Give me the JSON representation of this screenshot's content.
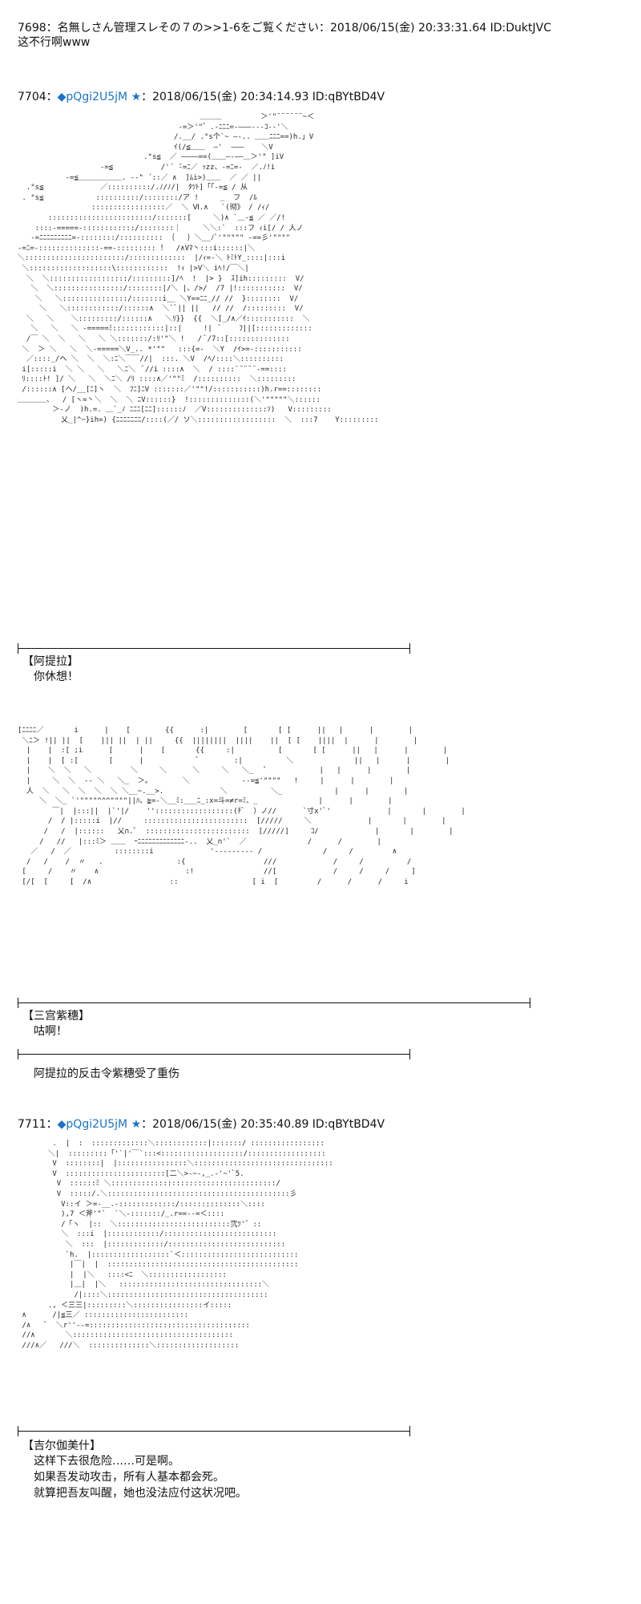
{
  "posts": [
    {
      "number": "7698",
      "sep": "：",
      "name": "名無しさん管理スレその７の>>1-6をご覧ください",
      "date": "：2018/06/15(金) 20:33:31.64 ID:DuktJVC",
      "body": "这不行啊www"
    },
    {
      "number": "7704",
      "sep": "：",
      "trip": "◆pQgi2U5jM",
      "star": "★",
      "date": "：2018/06/15(金) 20:34:14.93 ID:qBYtBD4V"
    },
    {
      "number": "7711",
      "sep": "：",
      "trip": "◆pQgi2U5jM",
      "star": "★",
      "date": "：2018/06/15(金) 20:35:40.89 ID:qBYtBD4V"
    }
  ],
  "scene1": {
    "speaker": "【阿提拉】",
    "lines": [
      "你休想！"
    ]
  },
  "scene2": {
    "speaker": "【三宫紫穗】",
    "lines": [
      "咕啊！"
    ],
    "narration": "阿提拉的反击令紫穗受了重伤"
  },
  "scene3": {
    "speaker": "【吉尔伽美什】",
    "lines": [
      "这样下去很危险……可是啊。",
      "如果吾发动攻击，所有人基本都会死。",
      "就算把吾友叫醒，她也没法应付这状况吧。"
    ]
  },
  "art": {
    "aa1": "                                          ＿＿＿         ＞'\"¨¨¨¨¨¨~＜\n                                     -=＞'\"゛.-ﾆﾆﾆ=-―――‐--ｺ-‐'＼\n                                    /.__/ .°s个`~ ―-.. ＿＿ﾆﾆﾆ==)h.」V\n                                    ｲ(/≦＿＿  ―'  ―――    ＼V\n                             .°s≦  ／ ――――==(＿＿―‐――＿＞'\" ]iV\n                   -=≦           /'´ ̄-=ﾆ／ ｯzz、-=ﾆ=-  ／.ﾉ!i\n           -=≦＿＿＿＿＿＿. --\" ´::／ ∧  ]ﾑi>)＿＿  ／ ／ ||\n  .°s≦             ／::::::::::/.ﾉ/ﾉ/|  ﾀﾂﾄ]「「-=≦ / 从\n . °s≦            ::::::::::/::::::::/ア !     _  フ  /ﾙ\n                 :::::::::::::::::／  ＼ Ⅵ.∧   `(彻》 / /ｨ/\n       ::::::::::::::::::::::::/:::::::[     ＼)∧ `＿-≦ ／ ／/!\n    ::::-=====-::::::::::::/::::::::｜     ＼＼:`  :::フ ｨi[/ / 人ノ\n   -=ﾆﾆﾆﾆﾆﾆﾆﾆﾆ=-::::::::/:::::::::: ｛   ｝＼__ﾉﾞ'\"\"\"\"\" -==彡'\"\"\"\"\n-=ﾆ=-::::::::::::::-==-::::::::: ！  /∧Vﾏ丶:::i::::::|＼\n＼:::::::::::::::::::::::/:::::::::::::  |/ｨ=-＼ ﾄﾐﾄY_::::|:::i\n ＼:::::::::::::::::::\\::::::::::::  !ｨ |>V＼ iﾍ!/￣＼|\n  ＼  ＼::::::::::::::::::/:::::::::]/ﾍ  !  |> }  ｽ]ih:::::::::  V/\n   ＼  ＼::::::::::::::::/::::::::|/＼ |、/>/  /7 |!:::::::::::  V/\n    ＼   ＼:::::::::::::::/:::::::i__ ＼Y==ﾆﾆ_// //  }::::::::  V/\n     ＼   ＼::::::::::::/::::::∧  ＼`ﾞ|| ||   // //  /:::::::::  V/\n  ＼   ＼    ＼:::::::::/::::::∧   ＼ﾘ}}  {{  ＼[_/∧／ｲ:::::::::::  ＼\n   ＼   ＼   ＼ -=====ﾐ::::::::::::|::|     !|  ﾞ    ﾌ||[:::::::::::::\n  /￣ ＼  ＼   ＼   ＼ ＼:::::::/:ﾘ'\"＼ !   / ﾞ/7::[::::::::::::::\n ＼  ＞ ＼   ＼  ＼-=====＼V_.. *'\"\"   :::{=-  ＼Y  /ｲ>=-:::::::::::\n  ／::::_/ヘ ＼  ＼  ＼:ﾆ＼￣￣//|  :::. ＼V  /ﾍ/::::＼::::::::::\n i[:::::i  ＼ ＼   ＼   ＼ﾆ＼  ﾞ//i ::::∧  ＼  / ::::`¨¨¨¨-==::::\n ﾘ::::ﾄ! ]/ ＼   ＼  ＼ﾆ＼ /ﾘ ::::∧／'\"\"ﾐ  /::::::::::  ＼:::::::::\n /::::::∧ [ヘ/__[ﾆ]ヽ  ＼  ﾌﾆ]ﾆV :::::::／'\"\"!/:::::::::::)h.r==::::::::\n＿＿＿＿、  / [ヽ=丶＼  ＼  ＼ ﾆV::::::}  !::::::::::::::(＼'\"\"\"\"\"＼::::::\n        ＞-ノ  )h.=. ＿`_ﾉ ﾆﾆﾆ[ﾆﾆ]::::::ﾉ  ／V::::::::::::::ｿ)   V:::::::::\n          乂_|^~}ih=) {ﾆﾆﾆﾆﾆﾆﾆ/::::(／/ ソ＼::::::::::::::::::  ＼  :::7    Y:::::::::",
    "aa2": "[ﾆﾆﾆﾆ／       i      |    [        {{      :|        [       [ [      ||   |      |        |\n ＼ﾆ＞ !|| ||  [    ||| ||  | ||     {{  ||||||||  ||||    ||  [ [    ||||  |      |        |\n  |    |  :[ ;i      [      |    [       {{     :|          [       [ [      ||   |      |        |\n  |    |  [ :[       [      |            ﾞ        :|          ＼              ||   |      |        |\n  |    ＼  ＼   ＼         ＼     ＼      ＼     ＼   ＼_   ﾟ            |   |      |        |\n  |     ＼  ＼  -- ＼   ＼_  ＞。       ＼            --=≦'\"\"\"\"   !     |      |        |\n  人  ＼   ＼  ＼  ＼  ＼ ＼__~.__>.             ＼          ＼_            |      |        |\n     ＼  ＼_ `'\"\"\"\"^^^\"\"\"\"||ﾊ、≧=-＼__ﾐ:___ﾆ_:x=斗=≠r=ﾐ、_              |      |        |\n        ￣|  |:::||  |`'|/    ''::::::::::::::::::(ﾁﾞ  ）ノ//      `寸x'ﾞ'             |       |        |\n       /  / |:::::i  |//     ::::::::::::::::::::::::  [/////     ＼             |       |        |\n      /   /  |::::::   乂∩.ﾟ  ::::::::::::::::::::::::  [/////]     ｺ/             |       |        |\n     /   //   |:::ﾐ＞ ＿＿  ｰﾆﾆﾆﾆﾆﾆﾆﾆﾆﾆﾆﾆﾆ-..  乂_∩'`  ／              /      /        |\n   ／   /  ／          ::::::::i             '--------- /              /     /         ∧\n  /   /    /  〃   .                 :{                  ///             /     /          /\n [     /    〃    ∧                    :!                //[             /     /     /     ]\n [/[  [     [  /∧                  ::                 [ i  [         /      /      /     i",
    "aa3": "        .  |  :  :::::::::::::＼::::::::::::|:::::::/ :::::::::::::::::\n       ＼|  :::::::::「'`|'￣`:::<:::::::::::::::::::/::::::::::::::::::\n        V  ::::::::|  |::::::::::::::::＼::::::::::::::::::::::::::::::::\n        V  :::::::::::::::::::::::[二＼>-~-,_.-'~'ﾞ5.\n         V  ::::::ﾐ ＼::::::::::::::::::::::::::::::::::::::/\n         V  :::::/.＼::::::::::::::::::::::::::::::::::::::::::彡\n          V::イ ＞=-__.-:::::::::::::/::::::::::::::＼::::\n          ),7 ＜斧'\"`  `＼-:::::::/_.r==--=＜::::\n          /「ヽ  |::  ＼::::::::::::::::::::::::::弐ﾂ'゛::\n          ＼  :::i  |::::::::::::/::::::::::::::::::::::::::\n           ＼  :::  |:::::::::::::/:::::::::::::::::::::::::::\n           `h.  |::::::::::::::::::`＜:::::::::::::::::::::::::::\n            |￣|  |  ::::::::::::::::::::::::::::::::::::::::::::\n            |  |＼   ::::<ﾆ  ＼::::::::::::::::::\n            |＿|  |＼   :::::::::::::::::::::::::::::::::＼\n             /|::::＼:::::::::::::::::::::::::::::::::::::\n       ., ＜三三|:::::::::＼::::::::::::::::イ:::::\n ∧      /|≦三／ ::::::::::::::::::::::::\n /∧   ﾞ  ＼r''--=:::::::::::::::::::::::::::::::::::::\n //∧       ＼:::::::::::::::::::::::::::::::::::::\n ///∧／   ///＼  ::::::::::::::＼:::::::::::::::::::"
  }
}
